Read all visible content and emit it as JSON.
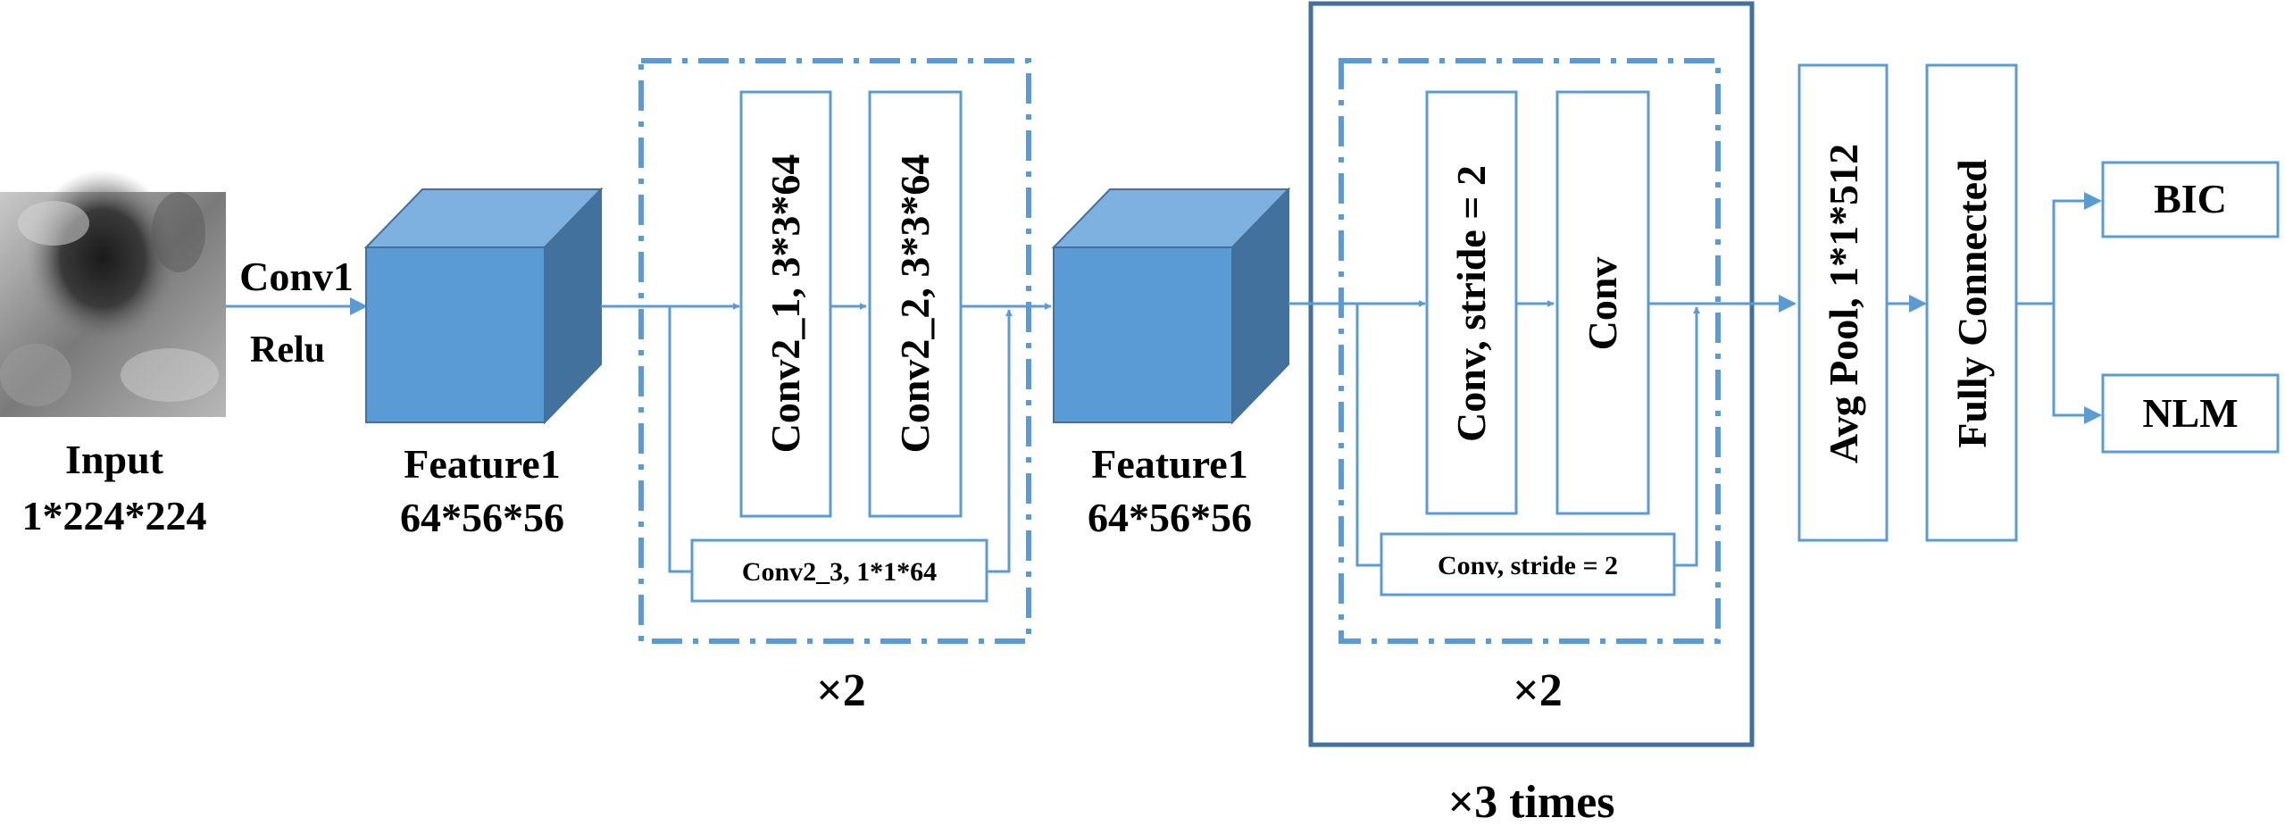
{
  "colors": {
    "line": "#5b9bd5",
    "dark_frame": "#41719c",
    "cube_front": "#5b9bd5",
    "cube_top": "#7eb0e0",
    "cube_side": "#41719c",
    "box_stroke": "#5b9bd5",
    "text": "#000000"
  },
  "input": {
    "label": "Input",
    "dims": "1*224*224",
    "image_icon": "ultrasound-image"
  },
  "stem": {
    "conv_label": "Conv1",
    "act_label": "Relu"
  },
  "feature_a": {
    "label": "Feature1",
    "dims": "64*56*56"
  },
  "block1": {
    "conv_a": "Conv2_1, 3*3*64",
    "conv_b": "Conv2_2, 3*3*64",
    "shortcut": "Conv2_3, 1*1*64",
    "repeat": "×2"
  },
  "feature_b": {
    "label": "Feature1",
    "dims": "64*56*56"
  },
  "block2": {
    "conv_a": "Conv, stride = 2",
    "conv_b": "Conv",
    "shortcut": "Conv, stride = 2",
    "repeat": "×2",
    "outer_repeat": "×3 times"
  },
  "head": {
    "pool": "Avg Pool, 1*1*512",
    "fc": "Fully Connected"
  },
  "outputs": {
    "top": "BIC",
    "bottom": "NLM"
  }
}
